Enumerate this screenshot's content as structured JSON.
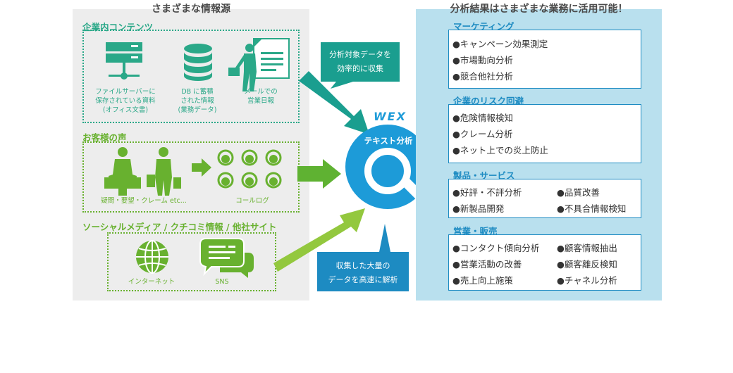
{
  "left": {
    "title": "さまざまな情報源",
    "internal": {
      "title": "企業内コンテンツ",
      "items": [
        {
          "icon": "server-icon",
          "line1": "ファイルサーバーに",
          "line2": "保存されている資料",
          "line3": "(オフィス文書)"
        },
        {
          "icon": "database-icon",
          "line1": "DB に蓄積",
          "line2": "された情報",
          "line3": "(業務データ)"
        },
        {
          "icon": "businessman-mail-icon",
          "line1": "メールでの",
          "line2": "営業日報",
          "line3": ""
        }
      ]
    },
    "voice": {
      "title": "お客様の声",
      "people_caption": "疑問・要望・クレーム etc...",
      "log_caption": "コールログ"
    },
    "social": {
      "title": "ソーシャルメディア / クチコミ情報 / 他社サイト",
      "internet_caption": "インターネット",
      "sns_caption": "SNS"
    }
  },
  "center": {
    "callout_top_line1": "分析対象データを",
    "callout_top_line2": "効率的に収集",
    "callout_bottom_line1": "収集した大量の",
    "callout_bottom_line2": "データを高速に解析",
    "brand": "WEX",
    "sub": "テキスト分析"
  },
  "right": {
    "title": "分析結果はさまざまな業務に活用可能！",
    "categories": [
      {
        "title": "マーケティング",
        "items": [
          "●キャンペーン効果測定",
          "●市場動向分析",
          "●競合他社分析"
        ]
      },
      {
        "title": "企業のリスク回避",
        "items": [
          "●危険情報検知",
          "●クレーム分析",
          "●ネット上での炎上防止"
        ]
      },
      {
        "title": "製品・サービス",
        "items": [
          "●好評・不評分析",
          "●品質改善",
          "●新製品開発",
          "●不具合情報検知"
        ]
      },
      {
        "title": "営業・販売",
        "items": [
          "●コンタクト傾向分析",
          "●顧客情報抽出",
          "●営業活動の改善",
          "●顧客離反検知",
          "●売上向上施策",
          "●チャネル分析"
        ]
      }
    ]
  },
  "colors": {
    "teal": "#2aa888",
    "green": "#68b12f",
    "blue": "#1d8bc2",
    "panel_gray": "#ededed",
    "panel_blue": "#b9e0ee"
  }
}
